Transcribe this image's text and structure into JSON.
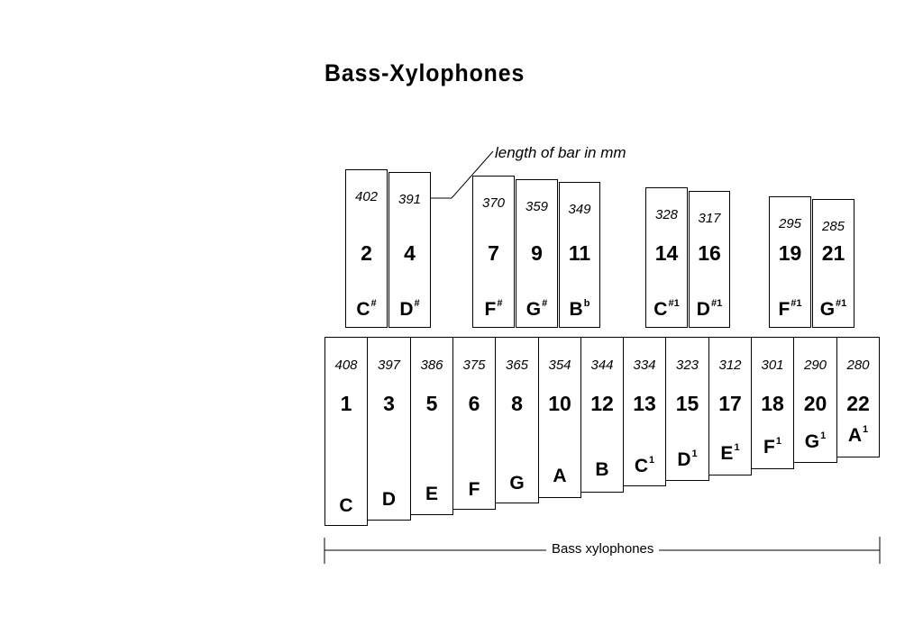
{
  "title": "Bass-Xylophones",
  "callout_label": "length of bar in mm",
  "range_label": "Bass xylophones",
  "upper_bars": [
    {
      "length": "402",
      "number": "2",
      "note": "C",
      "mod": "#"
    },
    {
      "length": "391",
      "number": "4",
      "note": "D",
      "mod": "#"
    },
    {
      "length": "370",
      "number": "7",
      "note": "F",
      "mod": "#"
    },
    {
      "length": "359",
      "number": "9",
      "note": "G",
      "mod": "#"
    },
    {
      "length": "349",
      "number": "11",
      "note": "B",
      "mod": "b"
    },
    {
      "length": "328",
      "number": "14",
      "note": "C",
      "mod": "#1"
    },
    {
      "length": "317",
      "number": "16",
      "note": "D",
      "mod": "#1"
    },
    {
      "length": "295",
      "number": "19",
      "note": "F",
      "mod": "#1"
    },
    {
      "length": "285",
      "number": "21",
      "note": "G",
      "mod": "#1"
    }
  ],
  "lower_bars": [
    {
      "length": "408",
      "number": "1",
      "note": "C",
      "mod": ""
    },
    {
      "length": "397",
      "number": "3",
      "note": "D",
      "mod": ""
    },
    {
      "length": "386",
      "number": "5",
      "note": "E",
      "mod": ""
    },
    {
      "length": "375",
      "number": "6",
      "note": "F",
      "mod": ""
    },
    {
      "length": "365",
      "number": "8",
      "note": "G",
      "mod": ""
    },
    {
      "length": "354",
      "number": "10",
      "note": "A",
      "mod": ""
    },
    {
      "length": "344",
      "number": "12",
      "note": "B",
      "mod": ""
    },
    {
      "length": "334",
      "number": "13",
      "note": "C",
      "mod": "1"
    },
    {
      "length": "323",
      "number": "15",
      "note": "D",
      "mod": "1"
    },
    {
      "length": "312",
      "number": "17",
      "note": "E",
      "mod": "1"
    },
    {
      "length": "301",
      "number": "18",
      "note": "F",
      "mod": "1"
    },
    {
      "length": "290",
      "number": "20",
      "note": "G",
      "mod": "1"
    },
    {
      "length": "280",
      "number": "22",
      "note": "A",
      "mod": "1"
    }
  ]
}
